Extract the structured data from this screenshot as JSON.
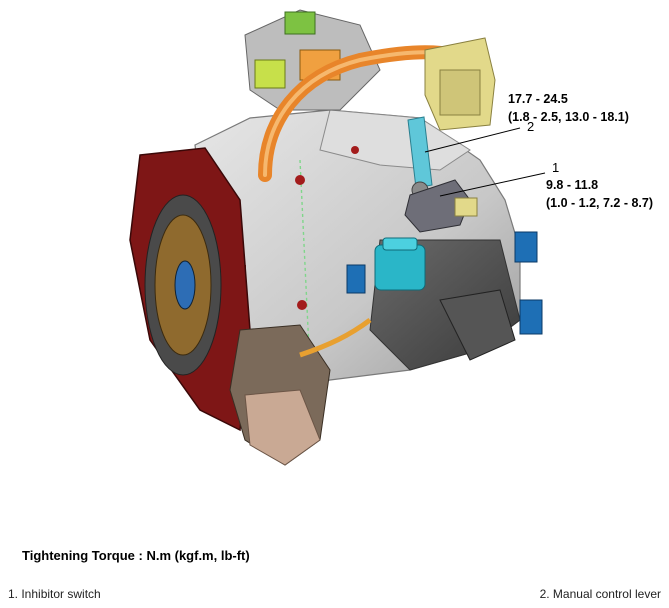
{
  "callouts": [
    {
      "number": "1",
      "torque_nm": "9.8 - 11.8",
      "torque_alt": "(1.0 - 1.2, 7.2 - 8.7)"
    },
    {
      "number": "2"
    }
  ],
  "upper_torque": {
    "torque_nm": "17.7 - 24.5",
    "torque_alt": "(1.8 - 2.5, 13.0 - 18.1)"
  },
  "heading": "Tightening Torque : N.m (kgf.m, lb-ft)",
  "legend": [
    {
      "label": "1. Inhibitor switch"
    },
    {
      "label": "2. Manual control lever"
    }
  ],
  "colors": {
    "housing": "#cfcfcf",
    "flange": "#8b1a1a",
    "harness": "#e8852a",
    "cap": "#2ab6c8",
    "connector_yellow": "#e2d98a",
    "connector_green": "#7dc242",
    "connector_blue": "#1e6fb5"
  }
}
